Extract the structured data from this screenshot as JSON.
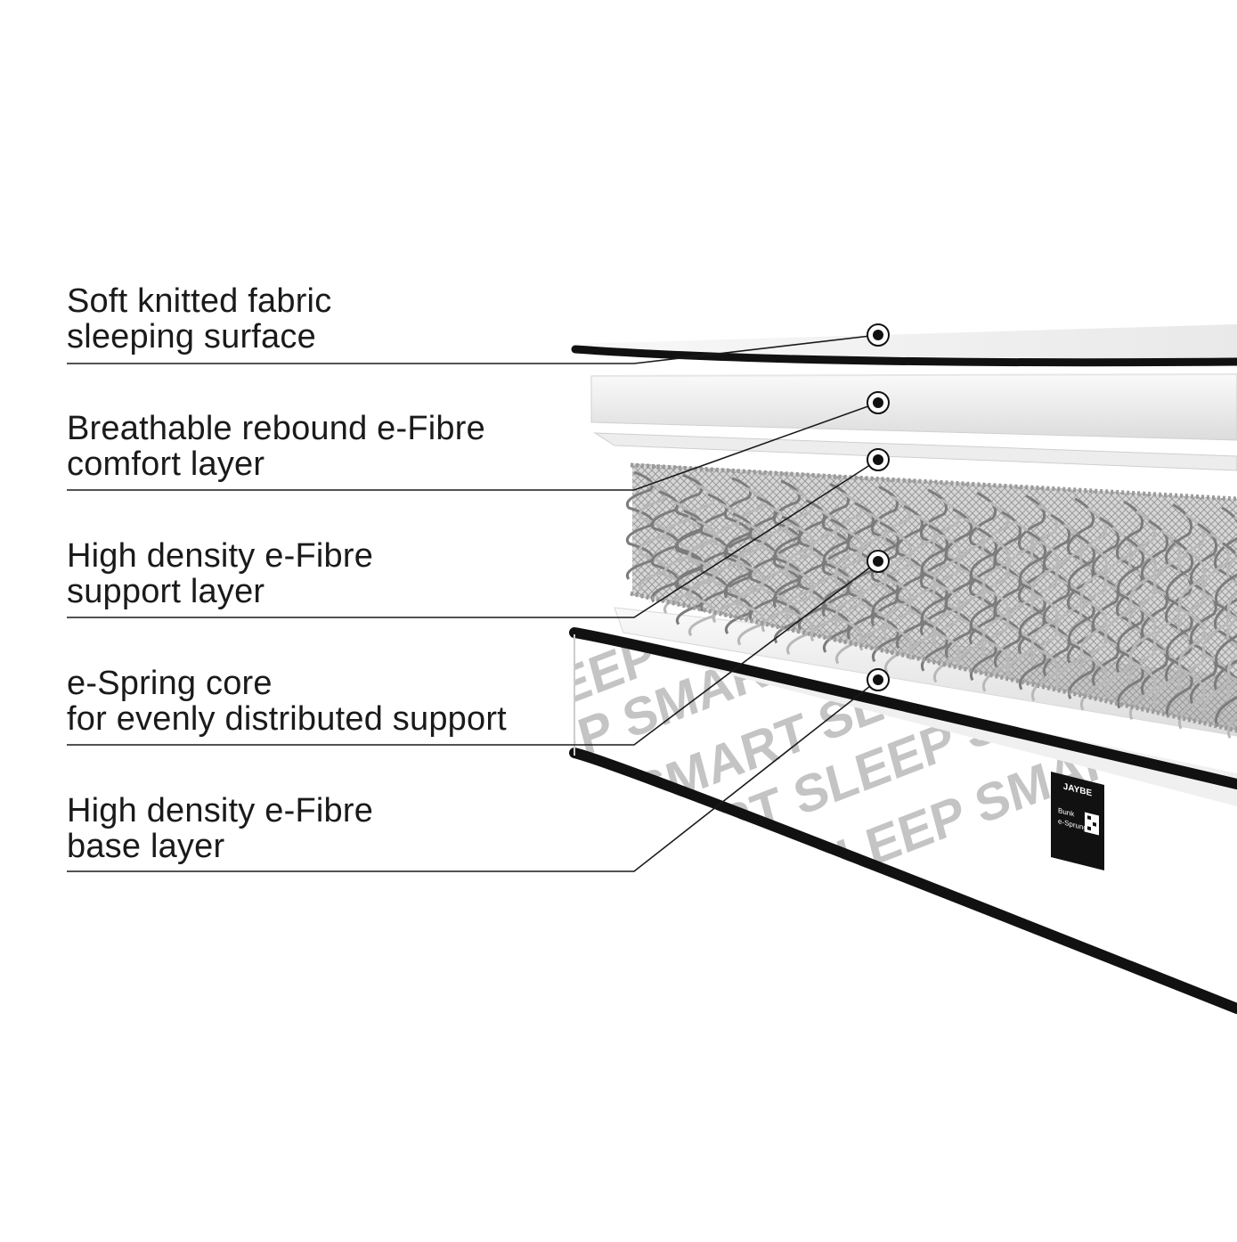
{
  "callouts": [
    {
      "line1": "Soft knitted fabric",
      "line2": "sleeping surface"
    },
    {
      "line1": "Breathable rebound e-Fibre",
      "line2": "comfort layer"
    },
    {
      "line1": "High density e-Fibre",
      "line2": "support layer"
    },
    {
      "line1": "e-Spring core",
      "line2": "for evenly distributed support"
    },
    {
      "line1": "High density e-Fibre",
      "line2": "base layer"
    }
  ],
  "watermark_text": "SLEEP SMART",
  "tag": {
    "brand": "JAYBE",
    "line1": "Bunk",
    "line2": "e-Sprung"
  },
  "colors": {
    "text": "#1a1a1a",
    "piping": "#111111",
    "fabric": "#f4f4f4",
    "watermark": "#c4c4c4",
    "spring": "#8a8a8a"
  }
}
